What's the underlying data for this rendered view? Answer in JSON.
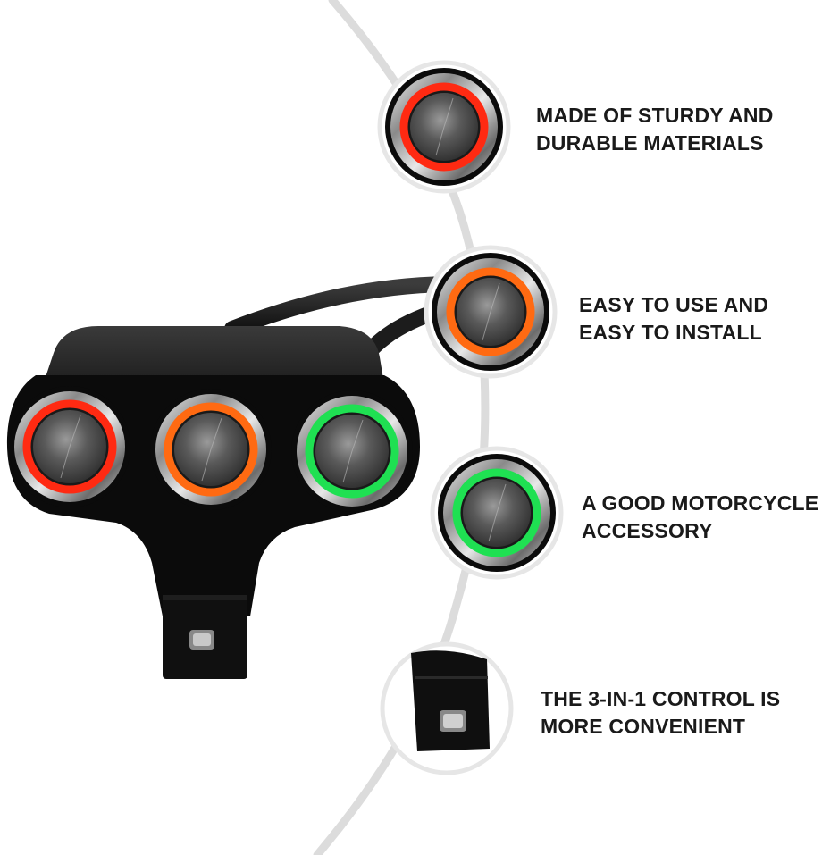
{
  "product": {
    "name": "3-button motorcycle handlebar switch",
    "buttons": [
      {
        "color_name": "red",
        "ring_color": "#ff2a12"
      },
      {
        "color_name": "orange",
        "ring_color": "#ff6a12"
      },
      {
        "color_name": "green",
        "ring_color": "#1fe052"
      }
    ],
    "housing_color": "#0c0c0c"
  },
  "features": [
    {
      "id": "materials",
      "icon": "red-button-closeup",
      "line1": "MADE OF STURDY AND",
      "line2": "DURABLE MATERIALS"
    },
    {
      "id": "install",
      "icon": "orange-button-closeup",
      "line1": "EASY TO USE AND",
      "line2": "EASY TO INSTALL"
    },
    {
      "id": "accessory",
      "icon": "green-button-closeup",
      "line1": "A GOOD MOTORCYCLE",
      "line2": "ACCESSORY"
    },
    {
      "id": "control",
      "icon": "mount-clamp-closeup",
      "line1": "THE 3-IN-1 CONTROL IS",
      "line2": "MORE CONVENIENT"
    }
  ],
  "colors": {
    "arc": "#dcdcdc",
    "circle_border": "#e6e6e6",
    "text": "#1a1a1a"
  }
}
